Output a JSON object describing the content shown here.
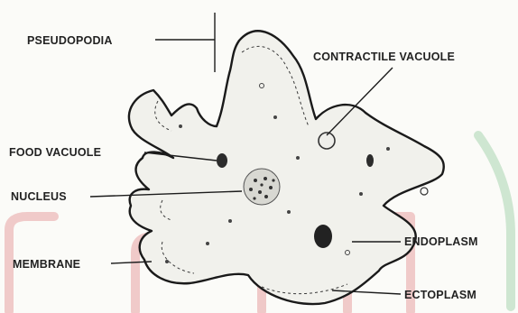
{
  "colors": {
    "ink": "#1c1c1c",
    "watermark_red": "#e7a2a2",
    "watermark_green": "#a9d6b0",
    "paper": "#fbfbf8"
  },
  "labels": {
    "pseudopodia": "PSEUDOPODIA",
    "contractile_vacuole": "CONTRACTILE VACUOLE",
    "food_vacuole": "FOOD VACUOLE",
    "nucleus": "NUCLEUS",
    "membrane": "MEMBRANE",
    "endoplasm": "ENDOPLASM",
    "ectoplasm": "ECTOPLASM"
  }
}
